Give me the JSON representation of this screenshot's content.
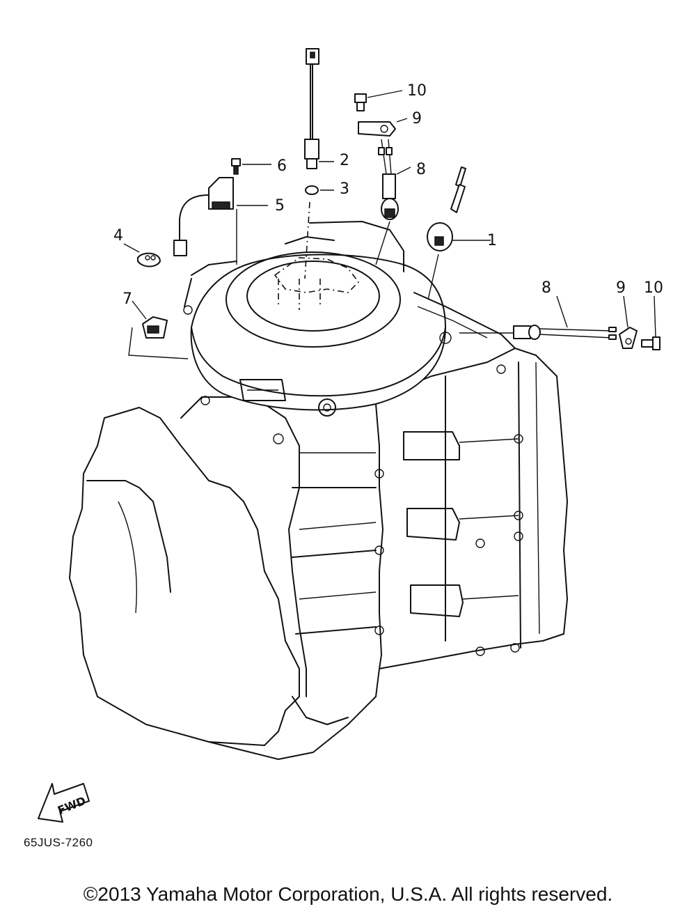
{
  "callouts": {
    "c1": "1",
    "c2": "2",
    "c3": "3",
    "c4": "4",
    "c5": "5",
    "c6": "6",
    "c7": "7",
    "c8a": "8",
    "c8b": "8",
    "c9a": "9",
    "c9b": "9",
    "c10a": "10",
    "c10b": "10"
  },
  "fwd_label": "FWD",
  "diagram_code": "65JUS-7260",
  "copyright": "©2013 Yamaha Motor Corporation, U.S.A. All rights reserved."
}
